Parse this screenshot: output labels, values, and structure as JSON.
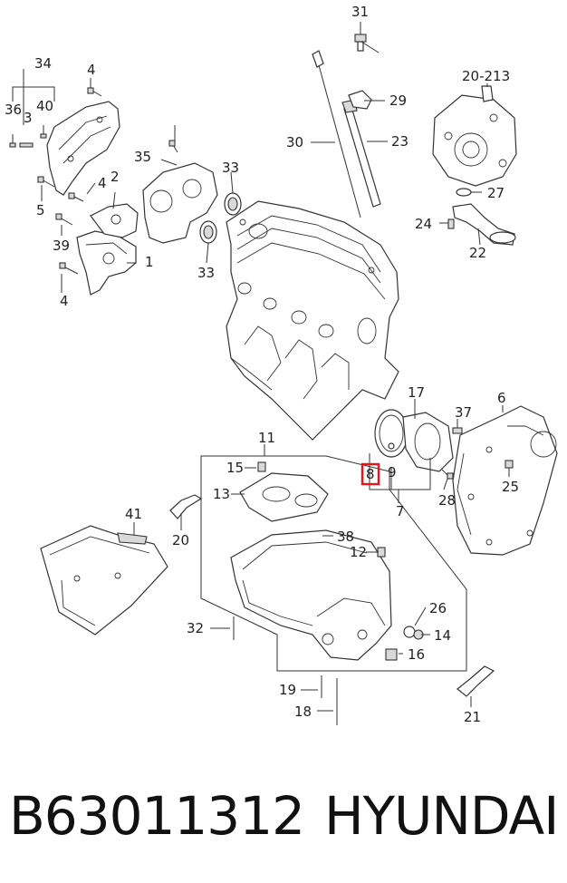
{
  "callouts": {
    "c1": "1",
    "c2": "2",
    "c3": "3",
    "c4a": "4",
    "c4b": "4",
    "c4c": "4",
    "c5": "5",
    "c6": "6",
    "c7": "7",
    "c8": "8",
    "c9": "9",
    "c11": "11",
    "c12": "12",
    "c13": "13",
    "c14": "14",
    "c15": "15",
    "c16": "16",
    "c17": "17",
    "c18": "18",
    "c19": "19",
    "c20": "20",
    "c20_213": "20-213",
    "c21": "21",
    "c22": "22",
    "c23": "23",
    "c24": "24",
    "c25": "25",
    "c26": "26",
    "c27": "27",
    "c28": "28",
    "c29": "29",
    "c30": "30",
    "c31": "31",
    "c32": "32",
    "c33a": "33",
    "c33b": "33",
    "c34": "34",
    "c35": "35",
    "c36": "36",
    "c37": "37",
    "c38": "38",
    "c39": "39",
    "c40": "40",
    "c41": "41"
  },
  "highlighted_callout": "8",
  "highlight_color": "#e8141c",
  "footer": {
    "part_number": "B63011312",
    "brand": "HYUNDAI"
  }
}
